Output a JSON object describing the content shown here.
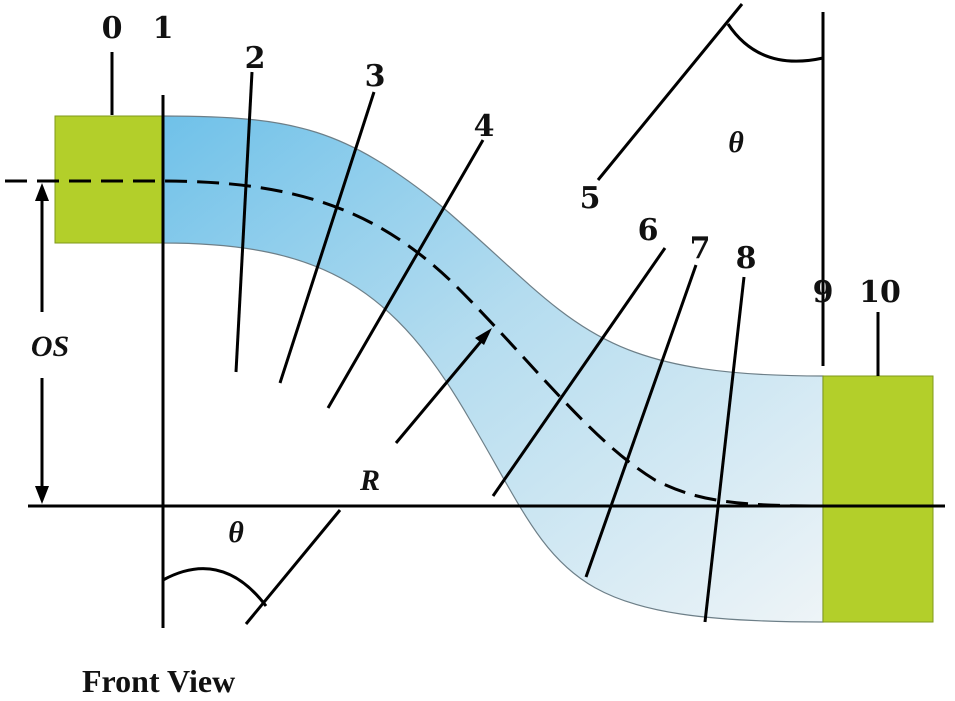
{
  "section_labels": [
    "0",
    "1",
    "2",
    "3",
    "4",
    "5",
    "6",
    "7",
    "8",
    "9",
    "10"
  ],
  "symbols": {
    "offset": "OS",
    "radius": "R",
    "angle": "θ"
  },
  "caption": "Front View",
  "colors": {
    "end_block": "#b3cf2a",
    "tube_start": "#6fc1e9",
    "tube_end": "#eef4f7",
    "line": "#000000"
  }
}
